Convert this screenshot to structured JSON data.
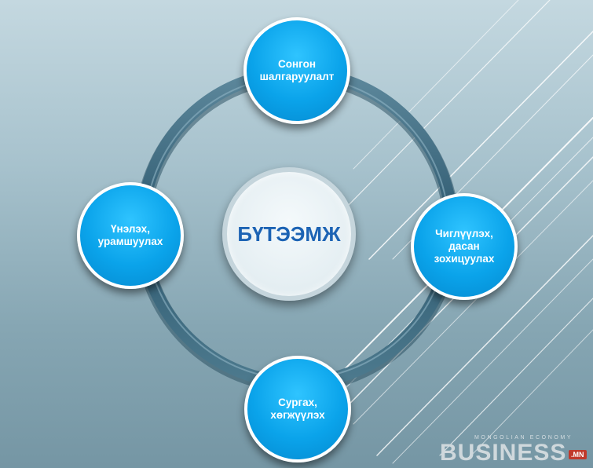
{
  "diagram": {
    "center_label": "БҮТЭЭМЖ",
    "nodes": {
      "top": "Сонгон шалгаруулалт",
      "right": "Чиглүүлэх, дасан зохицуулах",
      "bottom": "Сургах, хөгжүүлэх",
      "left": "Үнэлэх, урамшуулах"
    }
  },
  "logo": {
    "tagline": "MONGOLIAN ECONOMY",
    "name": "BUSINESS",
    "suffix": ".MN"
  },
  "colors": {
    "node_fill": "#0aa3ea",
    "center_text": "#1c63b4",
    "ring": "#3e6a80"
  }
}
